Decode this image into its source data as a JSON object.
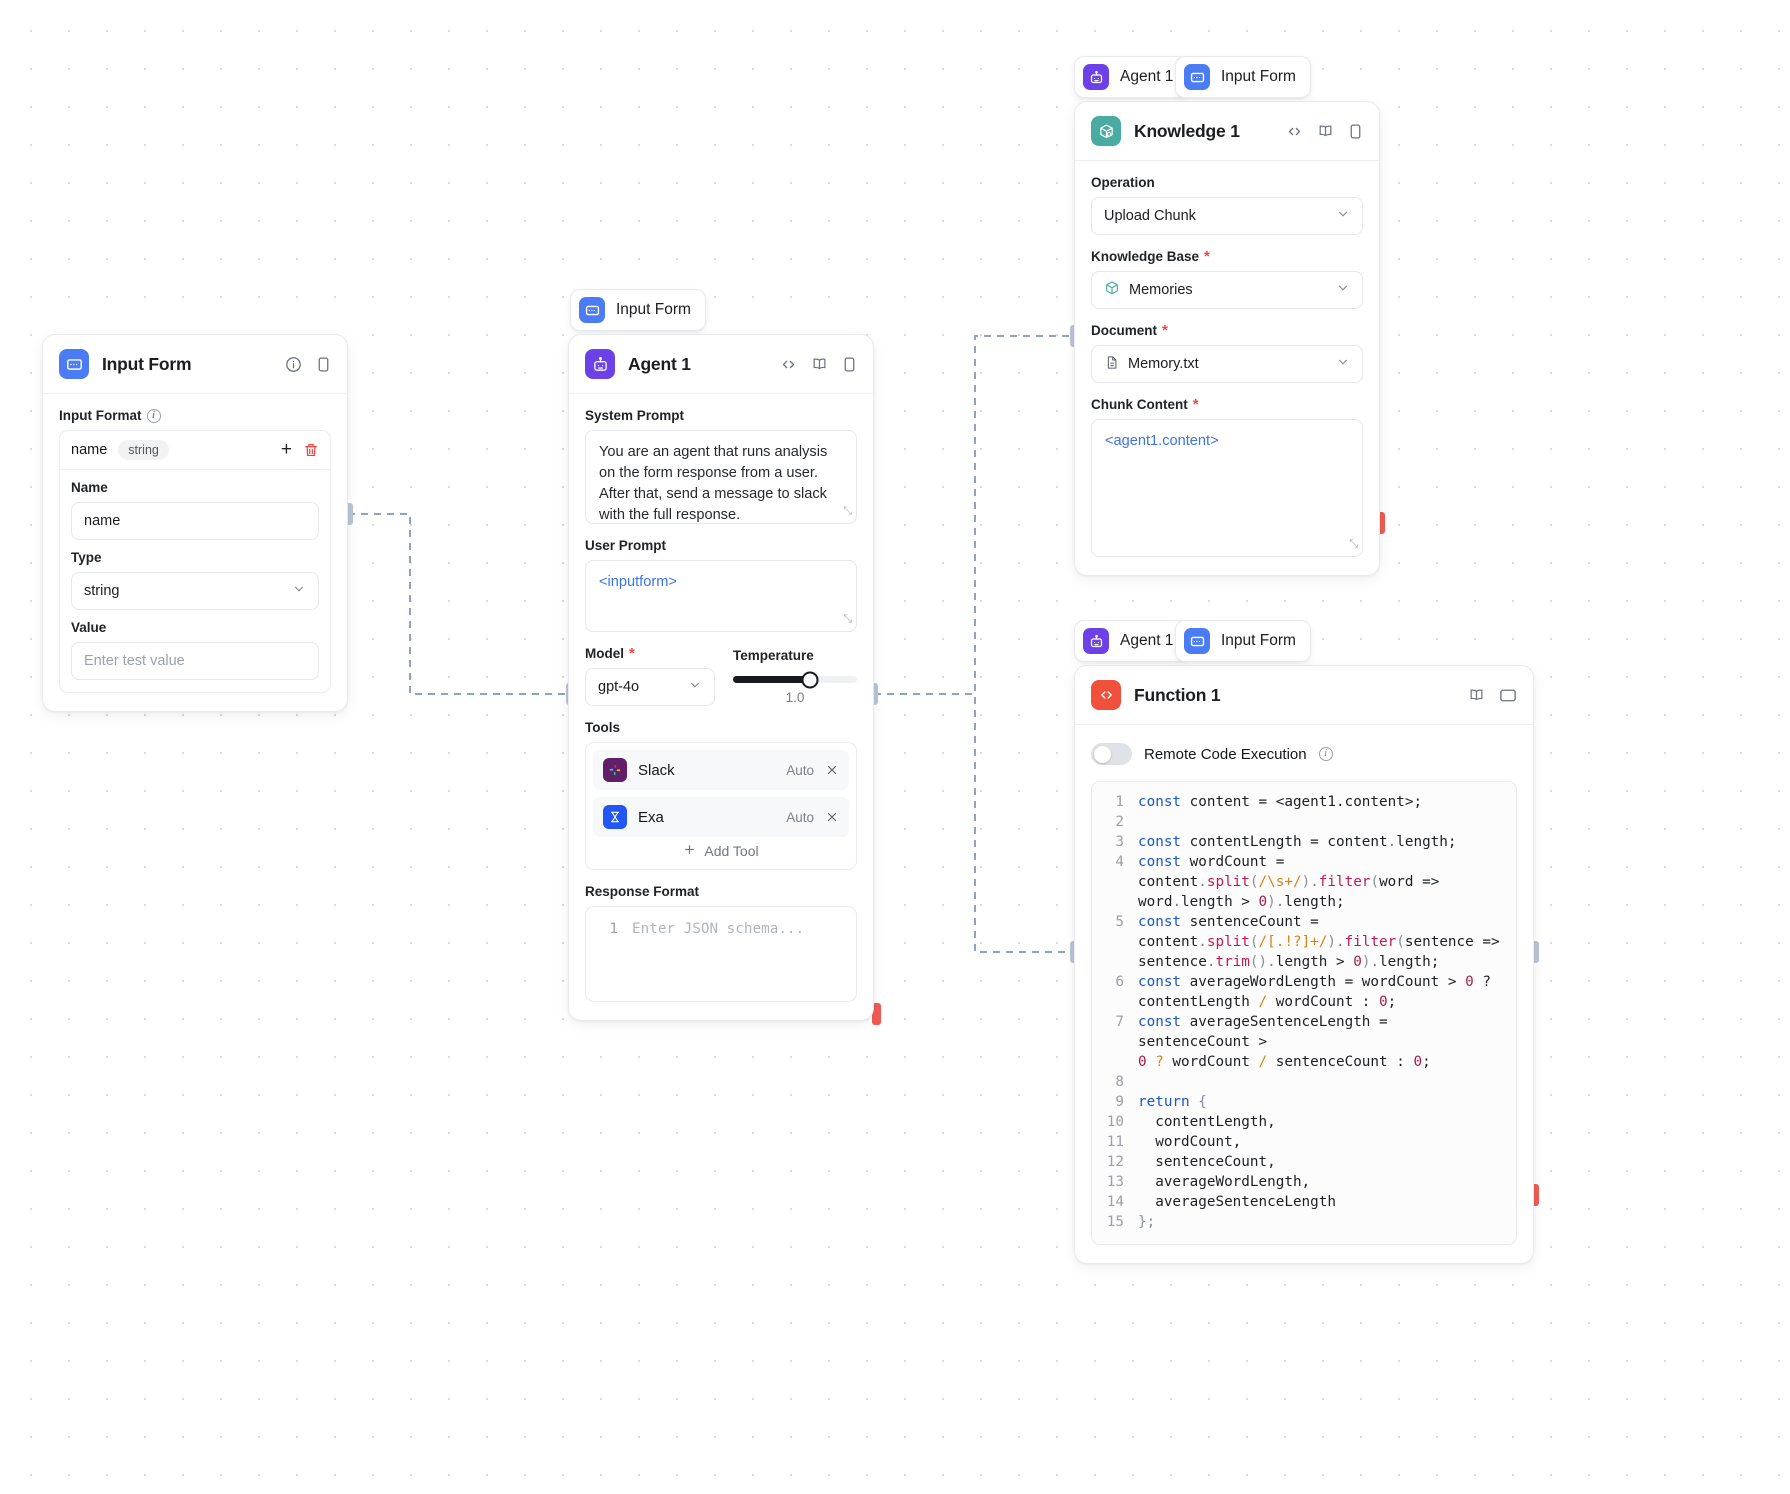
{
  "canvas": {
    "background": "#ffffff",
    "dot_color": "#d8dade"
  },
  "nodes": {
    "input_form": {
      "title": "Input Form",
      "icon": "input-form-icon",
      "icon_color": "#4b7cf3",
      "actions": [
        "info-icon",
        "panel-icon"
      ],
      "input_format_label": "Input Format",
      "format_row": {
        "name": "name",
        "type_pill": "string"
      },
      "fields": [
        {
          "label": "Name",
          "value": "name",
          "placeholder": ""
        },
        {
          "label": "Type",
          "value": "string",
          "control": "select"
        },
        {
          "label": "Value",
          "value": "",
          "placeholder": "Enter test value"
        }
      ]
    },
    "agent": {
      "chip_label": "Input Form",
      "chip_icon": "input-form-icon",
      "title": "Agent 1",
      "icon": "agent-robot-icon",
      "icon_color": "#6d41e8",
      "actions": [
        "code-icon",
        "book-icon",
        "panel-icon"
      ],
      "system_prompt_label": "System Prompt",
      "system_prompt": "You are an agent that runs analysis on the form response from a user. After that, send a message to slack with the full response.",
      "user_prompt_label": "User Prompt",
      "user_prompt": "<inputform>",
      "model_label": "Model",
      "model_value": "gpt-4o",
      "temperature_label": "Temperature",
      "temperature_value": "1.0",
      "temperature_percent": 62,
      "tools_label": "Tools",
      "tools": [
        {
          "name": "Slack",
          "mode": "Auto",
          "icon": "slack-icon",
          "icon_color": "#611f69"
        },
        {
          "name": "Exa",
          "mode": "Auto",
          "icon": "exa-icon",
          "icon_color": "#2356f6"
        }
      ],
      "add_tool_label": "Add Tool",
      "response_format_label": "Response Format",
      "response_format_placeholder": "Enter JSON schema...",
      "response_format_line_number": "1"
    },
    "knowledge": {
      "chips": [
        {
          "label": "Agent 1",
          "icon": "agent-robot-icon",
          "icon_color": "#6d41e8"
        },
        {
          "label": "Input Form",
          "icon": "input-form-icon",
          "icon_color": "#4b7cf3"
        }
      ],
      "title": "Knowledge 1",
      "icon": "knowledge-box-icon",
      "icon_color": "#49aba1",
      "actions": [
        "code-icon",
        "book-icon",
        "panel-icon"
      ],
      "operation_label": "Operation",
      "operation_value": "Upload Chunk",
      "knowledge_base_label": "Knowledge Base",
      "knowledge_base_value": "Memories",
      "document_label": "Document",
      "document_value": "Memory.txt",
      "chunk_content_label": "Chunk Content",
      "chunk_content_value": "<agent1.content>"
    },
    "function": {
      "chips": [
        {
          "label": "Agent 1",
          "icon": "agent-robot-icon",
          "icon_color": "#6d41e8"
        },
        {
          "label": "Input Form",
          "icon": "input-form-icon",
          "icon_color": "#4b7cf3"
        }
      ],
      "title": "Function 1",
      "icon": "function-code-icon",
      "icon_color": "#f0503c",
      "actions": [
        "book-icon",
        "expand-icon"
      ],
      "toggle_label": "Remote Code Execution",
      "toggle_on": false,
      "code_lines": [
        {
          "n": "1",
          "parts": [
            {
              "t": "const ",
              "c": "kw"
            },
            {
              "t": "content = <agent1.content>;",
              "c": ""
            }
          ]
        },
        {
          "n": "2",
          "parts": []
        },
        {
          "n": "3",
          "parts": [
            {
              "t": "const ",
              "c": "kw"
            },
            {
              "t": "contentLength = content",
              "c": ""
            },
            {
              "t": ".",
              "c": "op"
            },
            {
              "t": "length",
              "c": ""
            },
            {
              "t": ";",
              "c": ""
            }
          ]
        },
        {
          "n": "4",
          "parts": [
            {
              "t": "const ",
              "c": "kw"
            },
            {
              "t": "wordCount =\ncontent",
              "c": ""
            },
            {
              "t": ".",
              "c": "op"
            },
            {
              "t": "split",
              "c": "fn"
            },
            {
              "t": "(",
              "c": "punc"
            },
            {
              "t": "/\\s+/",
              "c": "re"
            },
            {
              "t": ")",
              "c": "punc"
            },
            {
              "t": ".",
              "c": "op"
            },
            {
              "t": "filter",
              "c": "fn"
            },
            {
              "t": "(",
              "c": "punc"
            },
            {
              "t": "word =>\nword",
              "c": ""
            },
            {
              "t": ".",
              "c": "op"
            },
            {
              "t": "length > ",
              "c": ""
            },
            {
              "t": "0",
              "c": "num"
            },
            {
              "t": ")",
              "c": "punc"
            },
            {
              "t": ".",
              "c": "op"
            },
            {
              "t": "length;",
              "c": ""
            }
          ]
        },
        {
          "n": "5",
          "parts": [
            {
              "t": "const ",
              "c": "kw"
            },
            {
              "t": "sentenceCount =\ncontent",
              "c": ""
            },
            {
              "t": ".",
              "c": "op"
            },
            {
              "t": "split",
              "c": "fn"
            },
            {
              "t": "(",
              "c": "punc"
            },
            {
              "t": "/[.!?]+/",
              "c": "re"
            },
            {
              "t": ")",
              "c": "punc"
            },
            {
              "t": ".",
              "c": "op"
            },
            {
              "t": "filter",
              "c": "fn"
            },
            {
              "t": "(",
              "c": "punc"
            },
            {
              "t": "sentence =>\nsentence",
              "c": ""
            },
            {
              "t": ".",
              "c": "op"
            },
            {
              "t": "trim",
              "c": "fn"
            },
            {
              "t": "()",
              "c": "punc"
            },
            {
              "t": ".",
              "c": "op"
            },
            {
              "t": "length > ",
              "c": ""
            },
            {
              "t": "0",
              "c": "num"
            },
            {
              "t": ")",
              "c": "punc"
            },
            {
              "t": ".",
              "c": "op"
            },
            {
              "t": "length;",
              "c": ""
            }
          ]
        },
        {
          "n": "6",
          "parts": [
            {
              "t": "const ",
              "c": "kw"
            },
            {
              "t": "averageWordLength = wordCount > ",
              "c": ""
            },
            {
              "t": "0",
              "c": "num"
            },
            {
              "t": " ?\ncontentLength ",
              "c": ""
            },
            {
              "t": "/",
              "c": "re"
            },
            {
              "t": " wordCount : ",
              "c": ""
            },
            {
              "t": "0",
              "c": "num"
            },
            {
              "t": ";",
              "c": ""
            }
          ]
        },
        {
          "n": "7",
          "parts": [
            {
              "t": "const ",
              "c": "kw"
            },
            {
              "t": "averageSentenceLength = sentenceCount >\n",
              "c": ""
            },
            {
              "t": "0",
              "c": "num"
            },
            {
              "t": " ",
              "c": ""
            },
            {
              "t": "?",
              "c": "re"
            },
            {
              "t": " wordCount ",
              "c": ""
            },
            {
              "t": "/",
              "c": "re"
            },
            {
              "t": " sentenceCount : ",
              "c": ""
            },
            {
              "t": "0",
              "c": "num"
            },
            {
              "t": ";",
              "c": ""
            }
          ]
        },
        {
          "n": "8",
          "parts": []
        },
        {
          "n": "9",
          "parts": [
            {
              "t": "return ",
              "c": "kw"
            },
            {
              "t": "{",
              "c": "punc"
            }
          ]
        },
        {
          "n": "10",
          "parts": [
            {
              "t": "  contentLength,",
              "c": ""
            }
          ]
        },
        {
          "n": "11",
          "parts": [
            {
              "t": "  wordCount,",
              "c": ""
            }
          ]
        },
        {
          "n": "12",
          "parts": [
            {
              "t": "  sentenceCount,",
              "c": ""
            }
          ]
        },
        {
          "n": "13",
          "parts": [
            {
              "t": "  averageWordLength,",
              "c": ""
            }
          ]
        },
        {
          "n": "14",
          "parts": [
            {
              "t": "  averageSentenceLength",
              "c": ""
            }
          ]
        },
        {
          "n": "15",
          "parts": [
            {
              "t": "};",
              "c": "punc"
            }
          ]
        }
      ]
    }
  }
}
